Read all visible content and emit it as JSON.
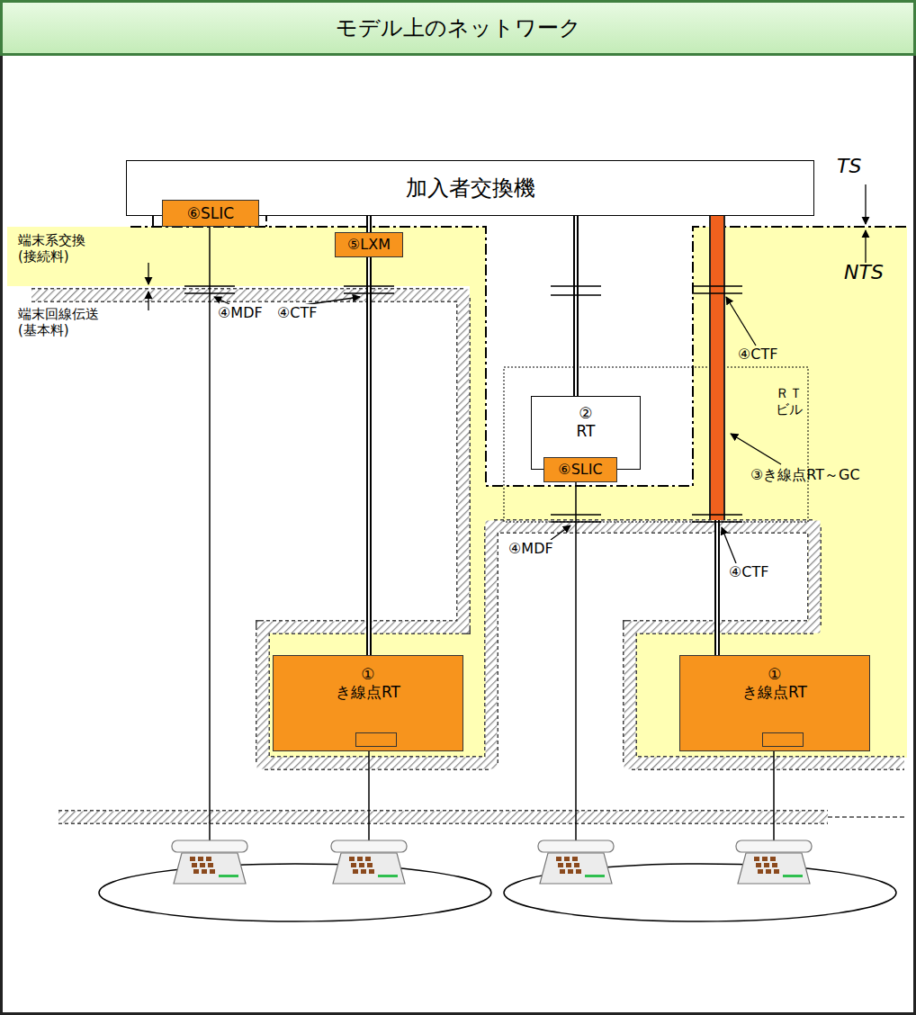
{
  "diagram": {
    "title": "モデル上のネットワーク",
    "nodes": [
      {
        "text": [
          "加入者交換機"
        ]
      },
      {
        "text": [
          "⑥SLIC"
        ]
      },
      {
        "text": [
          "⑤LXM"
        ]
      },
      {
        "text": [
          "ＲＴ ビル"
        ]
      },
      {
        "text": [
          "② RT"
        ],
        "in": 3
      },
      {
        "text": [
          "⑥SLIC"
        ],
        "in": 4
      },
      {
        "text": [
          "① き線点RT"
        ]
      },
      {
        "text": [
          "① き線点RT"
        ]
      }
    ],
    "edges": [
      {
        "from": 0,
        "to": 2,
        "arrow": "none"
      },
      {
        "from": 2,
        "to": 6,
        "arrow": "none"
      },
      {
        "from": 0,
        "to": 4,
        "arrow": "none"
      },
      {
        "from": 0,
        "to": 7,
        "arrow": "none"
      }
    ],
    "labels": [
      "TS",
      "NTS",
      "端末系交換 (接続料)",
      "端末回線伝送 (基本料)",
      "④MDF",
      "④CTF",
      "④CTF",
      "③き線点RT～GC",
      "④MDF",
      "④CTF"
    ]
  }
}
